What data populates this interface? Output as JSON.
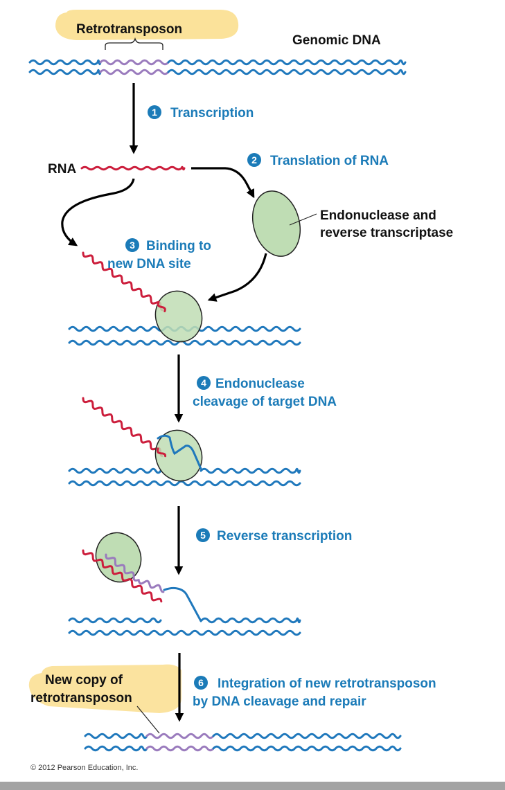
{
  "title": "Retrotransposition mechanism",
  "labels": {
    "retrotransposon": "Retrotransposon",
    "genomic_dna": "Genomic DNA",
    "rna": "RNA",
    "enzyme_line1": "Endonuclease and",
    "enzyme_line2": "reverse transcriptase",
    "new_copy_line1": "New copy of",
    "new_copy_line2": "retrotransposon"
  },
  "steps": [
    {
      "number": "1",
      "lines": [
        "Transcription"
      ]
    },
    {
      "number": "2",
      "lines": [
        "Translation of RNA"
      ]
    },
    {
      "number": "3",
      "lines": [
        "Binding to",
        "new DNA site"
      ]
    },
    {
      "number": "4",
      "lines": [
        "Endonuclease",
        "cleavage of target DNA"
      ]
    },
    {
      "number": "5",
      "lines": [
        "Reverse transcription"
      ]
    },
    {
      "number": "6",
      "lines": [
        "Integration of new retrotransposon",
        "by DNA cleavage and repair"
      ]
    }
  ],
  "copyright": "© 2012 Pearson Education, Inc.",
  "colors": {
    "dna": "#1f78bc",
    "retrotransposon": "#9a7bbd",
    "rna": "#cc1e3c",
    "protein": "#bfddb4",
    "step_text": "#1b7bb8",
    "highlight": "#fbe29a"
  }
}
